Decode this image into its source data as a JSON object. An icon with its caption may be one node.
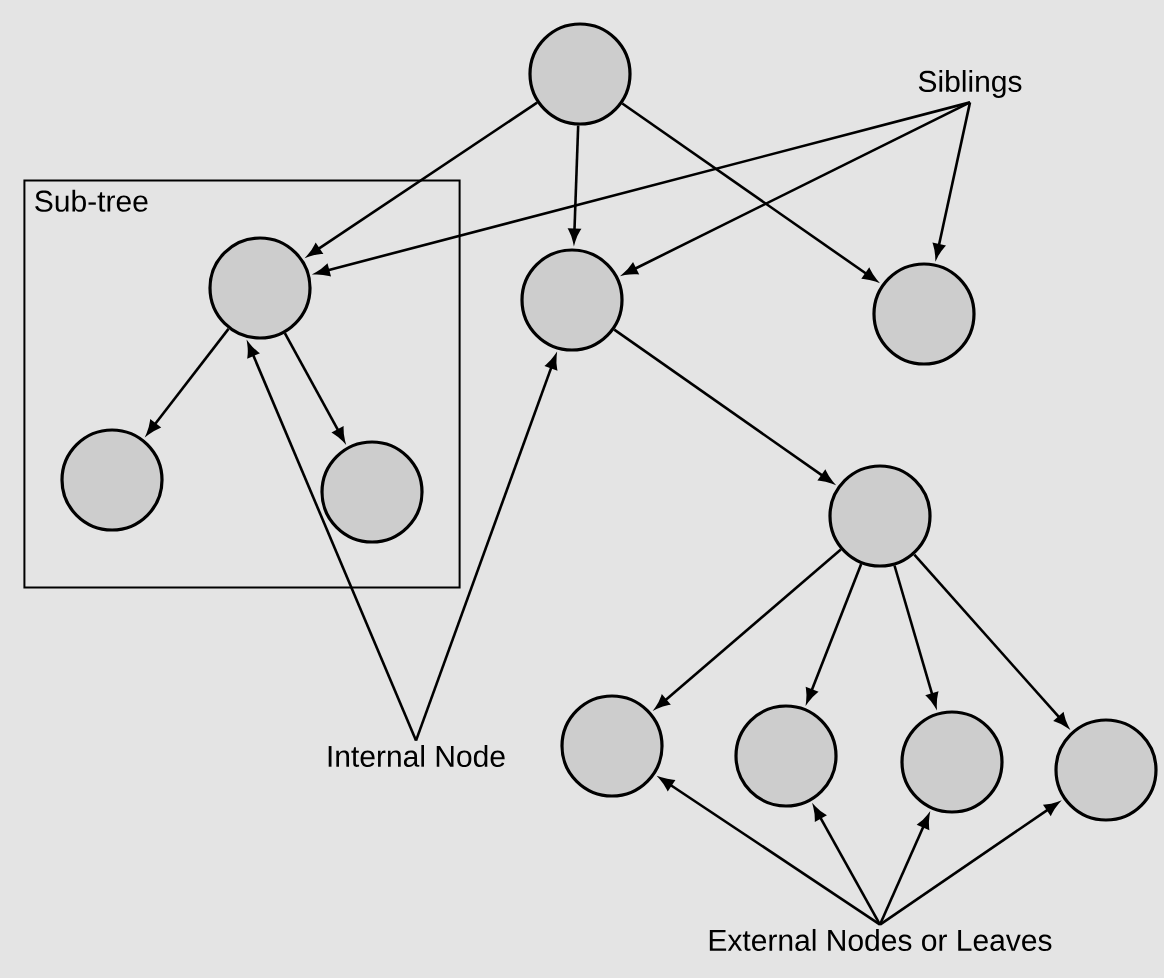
{
  "diagram": {
    "nodes": [
      {
        "text": [
          "Sub-tree"
        ]
      },
      {
        "text": [],
        "shape": "circle"
      },
      {
        "text": [],
        "shape": "circle",
        "in": 0
      },
      {
        "text": [],
        "shape": "circle"
      },
      {
        "text": [],
        "shape": "circle"
      },
      {
        "text": [],
        "shape": "circle",
        "in": 0
      },
      {
        "text": [],
        "shape": "circle",
        "in": 0
      },
      {
        "text": [],
        "shape": "circle"
      },
      {
        "text": [],
        "shape": "circle"
      },
      {
        "text": [],
        "shape": "circle"
      },
      {
        "text": [],
        "shape": "circle"
      },
      {
        "text": [],
        "shape": "circle"
      },
      {
        "text": [
          "Siblings"
        ]
      },
      {
        "text": [
          "Internal Node"
        ]
      },
      {
        "text": [
          "External Nodes or Leaves"
        ]
      }
    ],
    "edges": [
      {
        "from": 1,
        "to": 2,
        "arrow": "to"
      },
      {
        "from": 1,
        "to": 3,
        "arrow": "to"
      },
      {
        "from": 1,
        "to": 4,
        "arrow": "to"
      },
      {
        "from": 2,
        "to": 5,
        "arrow": "to"
      },
      {
        "from": 2,
        "to": 6,
        "arrow": "to"
      },
      {
        "from": 3,
        "to": 7,
        "arrow": "to"
      },
      {
        "from": 7,
        "to": 8,
        "arrow": "to"
      },
      {
        "from": 7,
        "to": 9,
        "arrow": "to"
      },
      {
        "from": 7,
        "to": 10,
        "arrow": "to"
      },
      {
        "from": 7,
        "to": 11,
        "arrow": "to"
      },
      {
        "from": 12,
        "to": 2,
        "arrow": "to"
      },
      {
        "from": 12,
        "to": 3,
        "arrow": "to"
      },
      {
        "from": 12,
        "to": 4,
        "arrow": "to"
      },
      {
        "from": 13,
        "to": 2,
        "arrow": "to"
      },
      {
        "from": 13,
        "to": 3,
        "arrow": "to"
      },
      {
        "from": 14,
        "to": 8,
        "arrow": "to"
      },
      {
        "from": 14,
        "to": 9,
        "arrow": "to"
      },
      {
        "from": 14,
        "to": 10,
        "arrow": "to"
      },
      {
        "from": 14,
        "to": 11,
        "arrow": "to"
      }
    ]
  }
}
